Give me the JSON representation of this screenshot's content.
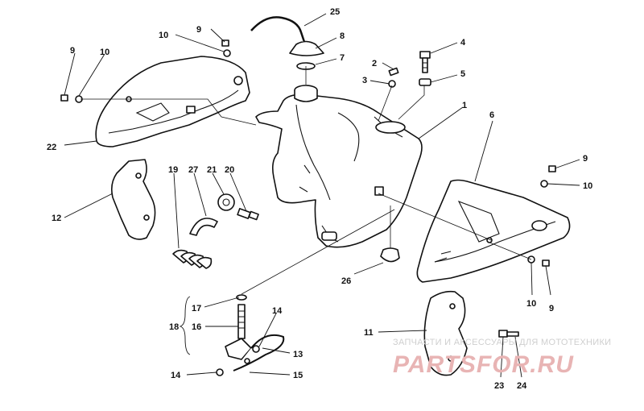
{
  "labels": {
    "l25": "25",
    "l8": "8",
    "l7": "7",
    "l4": "4",
    "l2": "2",
    "l3": "3",
    "l5": "5",
    "l1": "1",
    "l6": "6",
    "l9a": "9",
    "l10a": "10",
    "l9b": "9",
    "l10b": "10",
    "l22": "22",
    "l12": "12",
    "l19": "19",
    "l27": "27",
    "l21": "21",
    "l20": "20",
    "l9c": "9",
    "l10c": "10",
    "l26": "26",
    "l10d": "10",
    "l9d": "9",
    "l17": "17",
    "l18": "18",
    "l16": "16",
    "l14a": "14",
    "l13": "13",
    "l14b": "14",
    "l15": "15",
    "l11": "11",
    "l23": "23",
    "l24": "24"
  },
  "watermark": {
    "small": "ЗАПЧАСТИ И АКСЕССУАРЫ ДЛЯ МОТОТЕХНИКИ",
    "big": "PARTSFOR.RU"
  }
}
